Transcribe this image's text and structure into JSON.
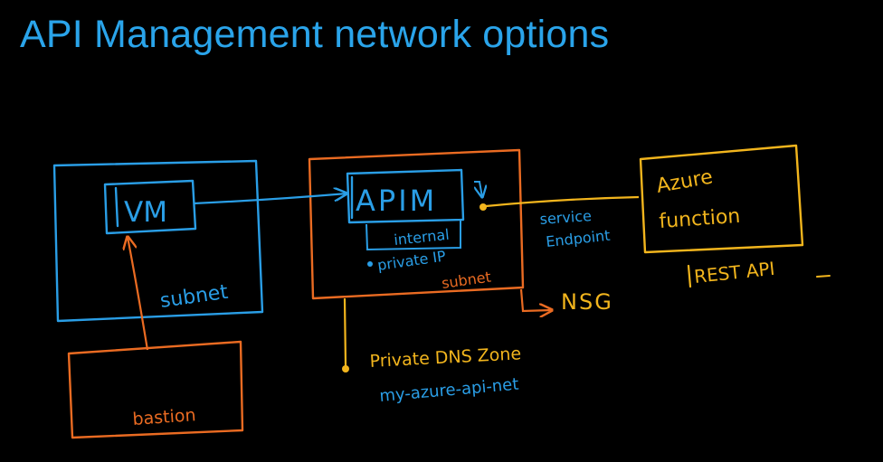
{
  "title": "API Management network options",
  "colors": {
    "background": "#000000",
    "title": "#2aa4ea",
    "blue_ink": "#2a9ee6",
    "orange_ink": "#ea6b22",
    "yellow_ink": "#f2b51d"
  },
  "diagram": {
    "vm_label": "VM",
    "vm_subnet_label": "subnet",
    "apim_label": "APIM",
    "internal_label": "internal",
    "private_ip_label": "private IP",
    "apim_subnet_label": "subnet",
    "service_endpoint_line1": "service",
    "service_endpoint_line2": "Endpoint",
    "azure_line1": "Azure",
    "azure_line2": "function",
    "rest_api_label": "REST API",
    "nsg_label": "NSG",
    "dns_zone_label": "Private DNS Zone",
    "dns_name_label": "my-azure-api-net",
    "bastion_label": "bastion"
  }
}
